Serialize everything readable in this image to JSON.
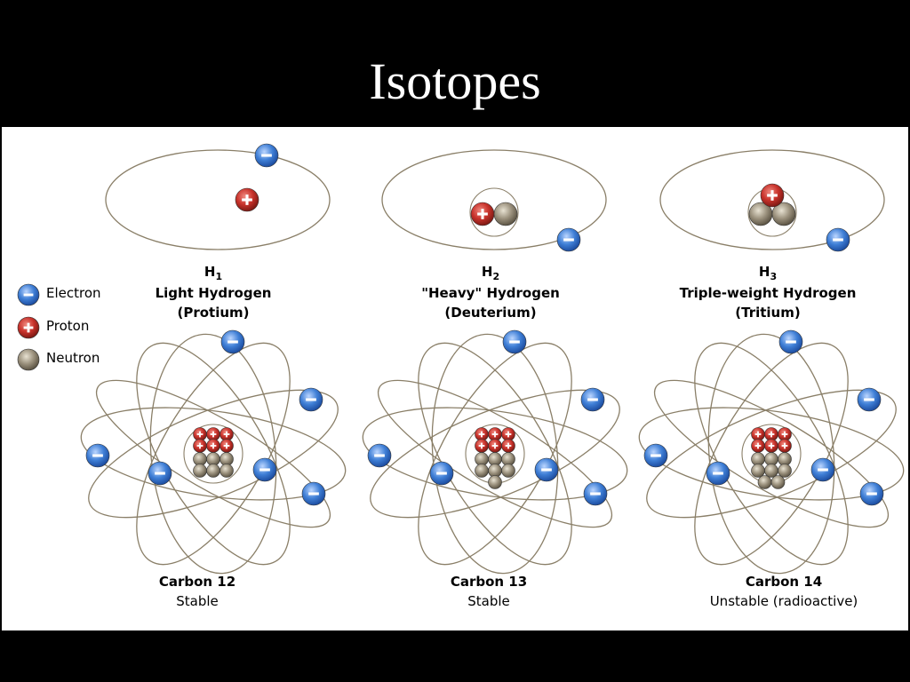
{
  "slide": {
    "title": "Isotopes"
  },
  "legend": [
    {
      "label": "Electron",
      "kind": "electron"
    },
    {
      "label": "Proton",
      "kind": "proton"
    },
    {
      "label": "Neutron",
      "kind": "neutron"
    }
  ],
  "hydrogen": [
    {
      "symbol": "H",
      "sub": "1",
      "name": "Light Hydrogen",
      "alt": "(Protium)",
      "protons": 1,
      "neutrons": 0,
      "electrons": 1
    },
    {
      "symbol": "H",
      "sub": "2",
      "name": "\"Heavy\" Hydrogen",
      "alt": "(Deuterium)",
      "protons": 1,
      "neutrons": 1,
      "electrons": 1
    },
    {
      "symbol": "H",
      "sub": "3",
      "name": "Triple-weight Hydrogen",
      "alt": "(Tritium)",
      "protons": 1,
      "neutrons": 2,
      "electrons": 1
    }
  ],
  "carbon": [
    {
      "name": "Carbon 12",
      "status": "Stable",
      "protons": 6,
      "neutrons": 6,
      "electrons": 6
    },
    {
      "name": "Carbon 13",
      "status": "Stable",
      "protons": 6,
      "neutrons": 7,
      "electrons": 6
    },
    {
      "name": "Carbon 14",
      "status": "Unstable (radioactive)",
      "protons": 6,
      "neutrons": 8,
      "electrons": 6
    }
  ],
  "colors": {
    "electron": "#3f7fd6",
    "proton": "#c8322b",
    "neutron": "#8f8676",
    "orbit": "#8a7f68"
  }
}
